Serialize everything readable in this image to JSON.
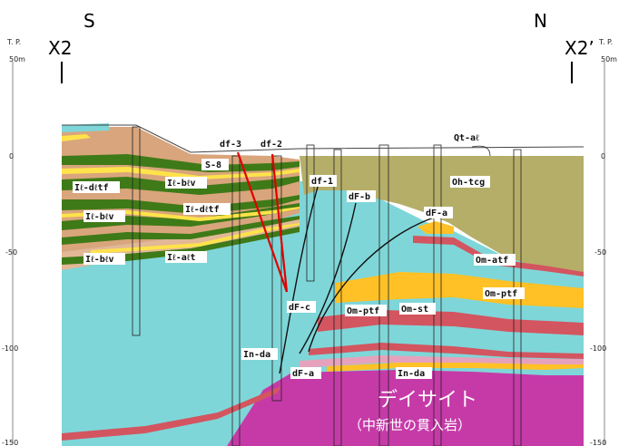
{
  "header": {
    "left_dir": "S",
    "right_dir": "N",
    "left_section": "X2",
    "right_section": "X2’",
    "tp_left": "T. P.",
    "tp_right": "T. P."
  },
  "axis_left": {
    "ticks": [
      "50m",
      "0",
      "-50",
      "-100",
      "-150"
    ]
  },
  "axis_right": {
    "ticks": [
      "50m",
      "0",
      "-50",
      "-100",
      "-150"
    ]
  },
  "faults": {
    "df3": "df-3",
    "df2": "df-2",
    "df1": "df-1",
    "dfb": "dF-b",
    "dfa": "dF-a",
    "dfc": "dF-c",
    "dfa_lower": "dF-a"
  },
  "units": {
    "s8": "S-8",
    "il_dltf_1": "Iℓ-dℓtf",
    "il_blv_1": "Iℓ-bℓv",
    "il_blv_2": "Iℓ-bℓv",
    "il_dltf_2": "Iℓ-dℓtf",
    "il_blv_3": "Iℓ-bℓv",
    "il_alt": "Iℓ-aℓt",
    "qt_al": "Qt-aℓ",
    "oh_tcg": "Oh-tcg",
    "om_atf": "Om-atf",
    "om_ptf": "Om-ptf",
    "om_ptf_2": "Om-ptf",
    "om_st": "Om-st",
    "in_da_1": "In-da",
    "in_da_2": "In-da"
  },
  "legend_rock": {
    "name": "デイサイト",
    "sub": "（中新世の貫入岩）"
  },
  "colors": {
    "tan": "#D9A57C",
    "green": "#3F7A18",
    "yellow": "#FFE34A",
    "olive": "#B5AE68",
    "cyan": "#7FD6D8",
    "red": "#D35560",
    "orange": "#FFC125",
    "magenta": "#C63AA8",
    "pink": "#E6A2BC",
    "fault_red": "#E00000"
  }
}
